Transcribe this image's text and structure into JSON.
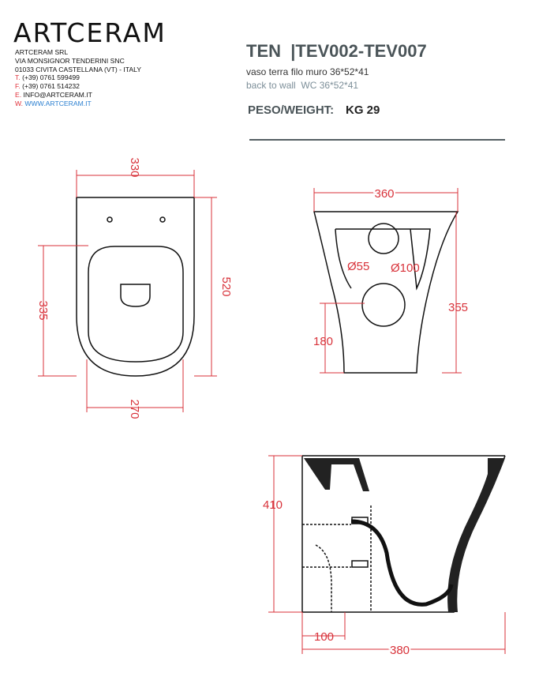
{
  "brand": {
    "logo": "ARTCERAM",
    "company": "ARTCERAM SRL",
    "street": "VIA MONSIGNOR TENDERINI SNC",
    "city": "01033 CIVITA CASTELLANA (VT) - ITALY",
    "phone_prefix": "T.",
    "phone": "(+39) 0761 599499",
    "fax_prefix": "F.",
    "fax": "(+39) 0761 514232",
    "email_prefix": "E.",
    "email": "INFO@ARTCERAM.IT",
    "web_prefix": "W.",
    "web": "WWW.ARTCERAM.IT"
  },
  "product": {
    "title": "TEN  |TEV002-TEV007",
    "desc_it": "vaso terra filo muro 36*52*41",
    "desc_en": "back to wall  WC 36*52*41",
    "weight_label": "PESO/WEIGHT:",
    "weight_value": "KG 29"
  },
  "dims": {
    "top_width": "330",
    "top_depth": "520",
    "seat_depth": "335",
    "seat_width": "270",
    "front_width": "360",
    "front_height": "355",
    "outlet_height": "180",
    "hole_small": "Ø55",
    "hole_large": "Ø100",
    "side_height": "410",
    "side_depth": "380",
    "side_offset": "100"
  },
  "colors": {
    "dimension": "#d8323a",
    "heading": "#4a5458"
  }
}
